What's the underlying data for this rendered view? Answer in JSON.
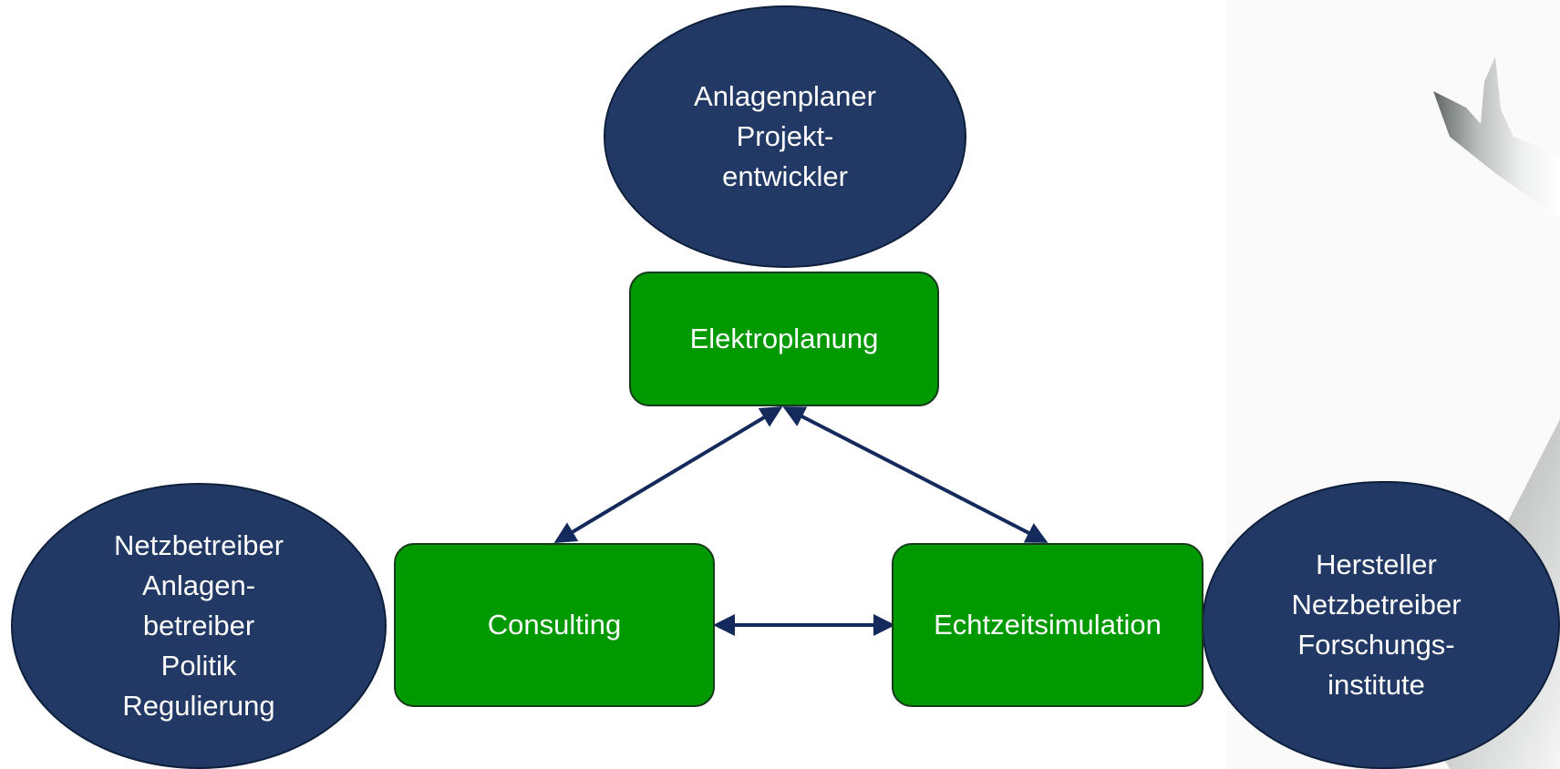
{
  "colors": {
    "ellipse_fill": "#213964",
    "box_fill": "#009a00",
    "arrow": "#152a5c",
    "text": "#ffffff"
  },
  "diagram": {
    "boxes": {
      "top": "Elektroplanung",
      "left": "Consulting",
      "right": "Echtzeitsimulation"
    },
    "stakeholders": {
      "top": [
        "Anlagenplaner",
        "Projekt-",
        "entwickler"
      ],
      "left": [
        "Netzbetreiber",
        "Anlagen-",
        "betreiber",
        "Politik",
        "Regulierung"
      ],
      "right": [
        "Hersteller",
        "Netzbetreiber",
        "Forschungs-",
        "institute"
      ]
    },
    "connectors": [
      {
        "from": "top",
        "to": "left",
        "type": "bidirectional-arrow"
      },
      {
        "from": "top",
        "to": "right",
        "type": "bidirectional-arrow"
      },
      {
        "from": "left",
        "to": "right",
        "type": "bidirectional-arrow"
      }
    ]
  }
}
